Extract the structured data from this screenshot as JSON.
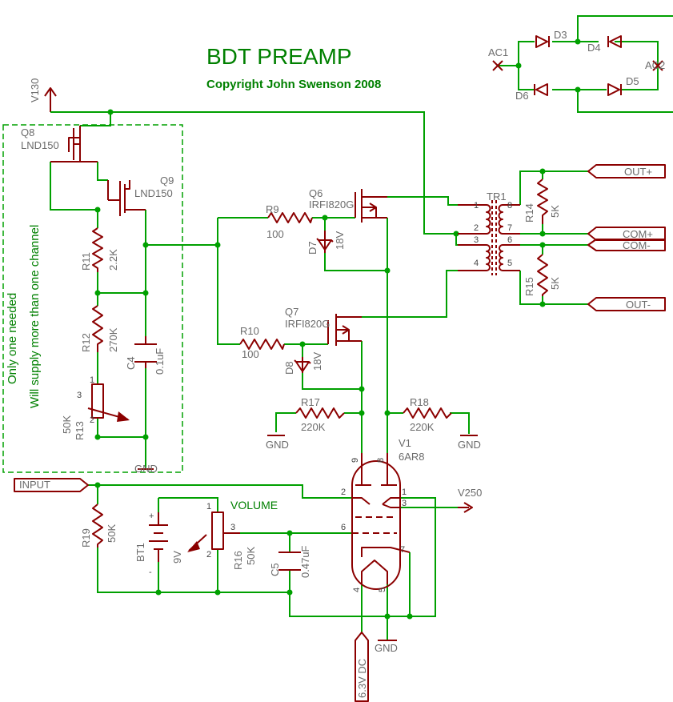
{
  "title": "BDT PREAMP",
  "copyright": "Copyright John Swenson 2008",
  "note_line1": "Only one needed",
  "note_line2": "Will supply more than one channel",
  "volume_label": "VOLUME",
  "supplies": {
    "v130": "V130",
    "v250": "V250",
    "heater": "6.3V DC",
    "gnd": "GND"
  },
  "ports": {
    "input": "INPUT",
    "out_plus": "OUT+",
    "com_plus": "COM+",
    "com_minus": "COM-",
    "out_minus": "OUT-",
    "ac1": "AC1",
    "ac2": "AC2"
  },
  "parts": {
    "q8": {
      "ref": "Q8",
      "value": "LND150"
    },
    "q9": {
      "ref": "Q9",
      "value": "LND150"
    },
    "q6": {
      "ref": "Q6",
      "value": "IRFI820G"
    },
    "q7": {
      "ref": "Q7",
      "value": "IRFI820G"
    },
    "r9": {
      "ref": "R9",
      "value": "100"
    },
    "r10": {
      "ref": "R10",
      "value": "100"
    },
    "r11": {
      "ref": "R11",
      "value": "2.2K"
    },
    "r12": {
      "ref": "R12",
      "value": "270K"
    },
    "r13": {
      "ref": "R13",
      "value": "50K"
    },
    "r14": {
      "ref": "R14",
      "value": "5K"
    },
    "r15": {
      "ref": "R15",
      "value": "5K"
    },
    "r16": {
      "ref": "R16",
      "value": "50K"
    },
    "r17": {
      "ref": "R17",
      "value": "220K"
    },
    "r18": {
      "ref": "R18",
      "value": "220K"
    },
    "r19": {
      "ref": "R19",
      "value": "50K"
    },
    "c4": {
      "ref": "C4",
      "value": "0.1uF"
    },
    "c5": {
      "ref": "C5",
      "value": "0.47uF"
    },
    "d3": {
      "ref": "D3"
    },
    "d4": {
      "ref": "D4"
    },
    "d5": {
      "ref": "D5"
    },
    "d6": {
      "ref": "D6"
    },
    "d7": {
      "ref": "D7",
      "value": "18V"
    },
    "d8": {
      "ref": "D8",
      "value": "18V"
    },
    "bt1": {
      "ref": "BT1",
      "value": "9V"
    },
    "tr1": {
      "ref": "TR1"
    },
    "v1": {
      "ref": "V1",
      "value": "6AR8"
    }
  },
  "pins": {
    "tr1": [
      "1",
      "2",
      "3",
      "4",
      "5",
      "6",
      "7",
      "8"
    ],
    "v1": [
      "9",
      "8",
      "2",
      "1",
      "3",
      "6",
      "7",
      "4",
      "5"
    ],
    "pot": [
      "1",
      "2",
      "3"
    ],
    "bt_plus": "+",
    "bt_minus": "-"
  }
}
